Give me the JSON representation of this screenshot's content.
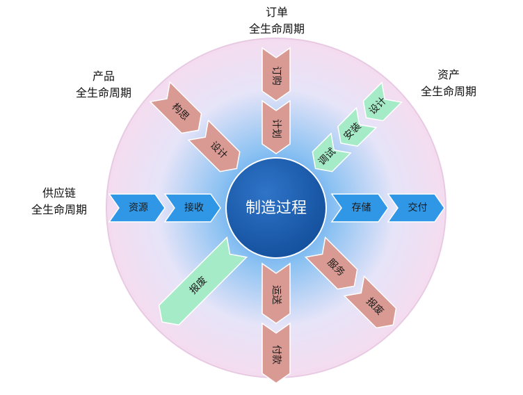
{
  "center": {
    "label": "制造过程"
  },
  "lifecycles": [
    {
      "id": "order",
      "title": "订单",
      "subtitle": "全生命周期",
      "color": "#d99a93",
      "stages": [
        "订购",
        "计划",
        "运送",
        "付款"
      ]
    },
    {
      "id": "asset",
      "title": "资产",
      "subtitle": "全生命周期",
      "color": "#a6ebc7",
      "stages": [
        "设计",
        "安装",
        "调试",
        "报废"
      ]
    },
    {
      "id": "product",
      "title": "产品",
      "subtitle": "全生命周期",
      "color": "#d99a93",
      "stages": [
        "构思",
        "设计",
        "服务",
        "报废"
      ]
    },
    {
      "id": "supply",
      "title": "供应链",
      "subtitle": "全生命周期",
      "color": "#2f97e6",
      "stages": [
        "资源",
        "接收",
        "存储",
        "交付"
      ]
    }
  ]
}
